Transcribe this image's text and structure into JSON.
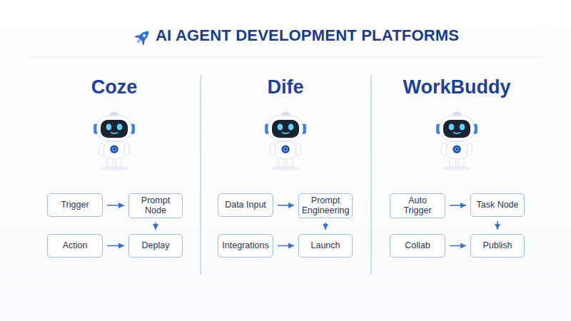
{
  "diagram": {
    "title": "AI AGENT DEVELOPMENT PLATFORMS",
    "nodes": [
      {
        "text": [
          "Trigger"
        ]
      },
      {
        "text": [
          "Prompt Node"
        ]
      },
      {
        "text": [
          "Action"
        ]
      },
      {
        "text": [
          "Deplay"
        ]
      },
      {
        "text": [
          "Data Input"
        ]
      },
      {
        "text": [
          "Prompt Engineering"
        ]
      },
      {
        "text": [
          "Integrations"
        ]
      },
      {
        "text": [
          "Launch"
        ]
      },
      {
        "text": [
          "Auto Trigger"
        ]
      },
      {
        "text": [
          "Task Node"
        ]
      },
      {
        "text": [
          "Collab"
        ]
      },
      {
        "text": [
          "Publish"
        ]
      }
    ],
    "edges": [
      {
        "from": 0,
        "to": 1,
        "arrow": "to"
      },
      {
        "from": 1,
        "to": 3,
        "arrow": "to"
      },
      {
        "from": 2,
        "to": 3,
        "arrow": "to"
      },
      {
        "from": 4,
        "to": 5,
        "arrow": "to"
      },
      {
        "from": 5,
        "to": 7,
        "arrow": "to"
      },
      {
        "from": 6,
        "to": 7,
        "arrow": "to"
      },
      {
        "from": 8,
        "to": 9,
        "arrow": "to"
      },
      {
        "from": 9,
        "to": 11,
        "arrow": "to"
      },
      {
        "from": 10,
        "to": 11,
        "arrow": "to"
      }
    ],
    "labels": [
      "Coze",
      "Dife",
      "WorkBuddy"
    ]
  }
}
